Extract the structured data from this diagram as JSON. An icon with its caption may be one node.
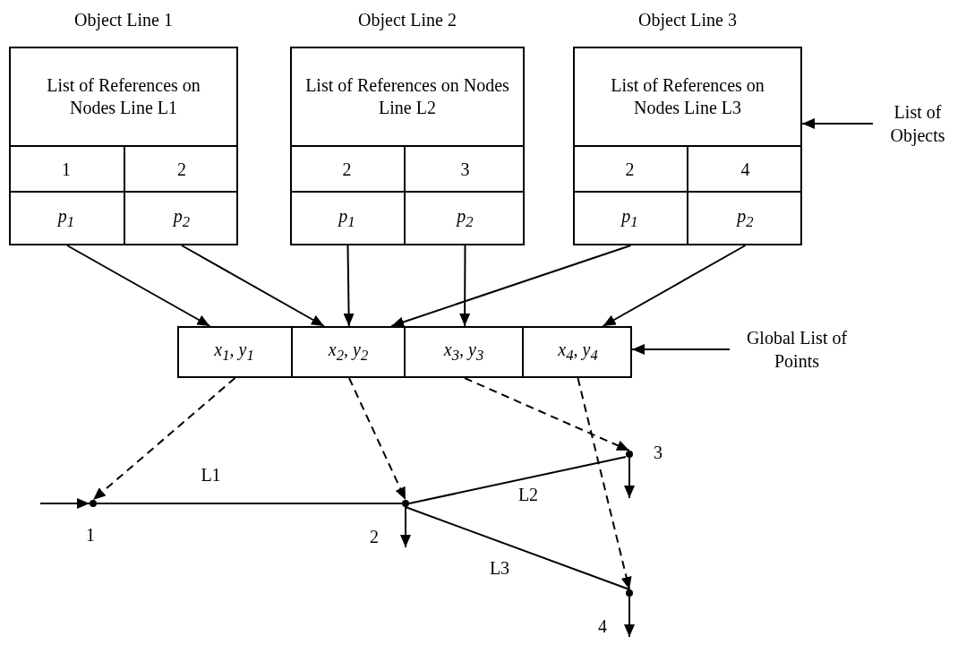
{
  "diagram": {
    "nodes": [
      {
        "text": [
          "Object Line 1",
          "List of References on Nodes Line L1"
        ]
      },
      {
        "text": [
          "1"
        ],
        "in": 0
      },
      {
        "text": [
          "2"
        ],
        "in": 0
      },
      {
        "text": [
          "p$_{1}$"
        ],
        "in": 0
      },
      {
        "text": [
          "p$_{2}$"
        ],
        "in": 0
      },
      {
        "text": [
          "Object Line 2",
          "List of References on Nodes Line L2"
        ]
      },
      {
        "text": [
          "2"
        ],
        "in": 5
      },
      {
        "text": [
          "3"
        ],
        "in": 5
      },
      {
        "text": [
          "p$_{1}$"
        ],
        "in": 5
      },
      {
        "text": [
          "p$_{2}$"
        ],
        "in": 5
      },
      {
        "text": [
          "Object Line 3",
          "List of References on Nodes Line L3"
        ]
      },
      {
        "text": [
          "2"
        ],
        "in": 10
      },
      {
        "text": [
          "4"
        ],
        "in": 10
      },
      {
        "text": [
          "p$_{1}$"
        ],
        "in": 10
      },
      {
        "text": [
          "p$_{2}$"
        ],
        "in": 10
      },
      {
        "text": [],
        "shape": "box"
      },
      {
        "text": [
          "x$_{1}$, y$_{1}$"
        ],
        "in": 15
      },
      {
        "text": [
          "x$_{2}$, y$_{2}$"
        ],
        "in": 15
      },
      {
        "text": [
          "x$_{3}$, y$_{3}$"
        ],
        "in": 15
      },
      {
        "text": [
          "x$_{4}$, y$_{4}$"
        ],
        "in": 15
      },
      {
        "text": [
          "List of Objects"
        ]
      },
      {
        "text": [
          "Global List of Points"
        ]
      },
      {
        "text": [],
        "shape": "circle",
        "beside": [
          "1"
        ]
      },
      {
        "text": [],
        "shape": "circle",
        "beside": [
          "2"
        ]
      },
      {
        "text": [],
        "shape": "circle",
        "beside": [
          "3"
        ]
      },
      {
        "text": [],
        "shape": "circle",
        "beside": [
          "4"
        ]
      }
    ],
    "edges": [
      {
        "from": 3,
        "to": 16,
        "arrow": "to"
      },
      {
        "from": 4,
        "to": 17,
        "arrow": "to"
      },
      {
        "from": 8,
        "to": 17,
        "arrow": "to"
      },
      {
        "from": 9,
        "to": 18,
        "arrow": "to"
      },
      {
        "from": 13,
        "to": 17,
        "arrow": "to"
      },
      {
        "from": 14,
        "to": 19,
        "arrow": "to"
      },
      {
        "from": 20,
        "to": 10,
        "arrow": "to"
      },
      {
        "from": 21,
        "to": 15,
        "arrow": "to"
      },
      {
        "from": 16,
        "to": 22,
        "arrow": "to",
        "style": "dashed"
      },
      {
        "from": 17,
        "to": 23,
        "arrow": "to",
        "style": "dashed"
      },
      {
        "from": 18,
        "to": 24,
        "arrow": "to",
        "style": "dashed"
      },
      {
        "from": 19,
        "to": 25,
        "arrow": "to",
        "style": "dashed"
      },
      {
        "from": 22,
        "to": 23,
        "arrow": "none",
        "label": "L1"
      },
      {
        "from": 23,
        "to": 24,
        "arrow": "none",
        "label": "L2"
      },
      {
        "from": 23,
        "to": 25,
        "arrow": "none",
        "label": "L3"
      },
      {
        "from": null,
        "to": 22,
        "arrow": "to"
      },
      {
        "from": 23,
        "to": null,
        "arrow": "to"
      },
      {
        "from": 24,
        "to": null,
        "arrow": "to"
      },
      {
        "from": 25,
        "to": null,
        "arrow": "to"
      }
    ]
  }
}
